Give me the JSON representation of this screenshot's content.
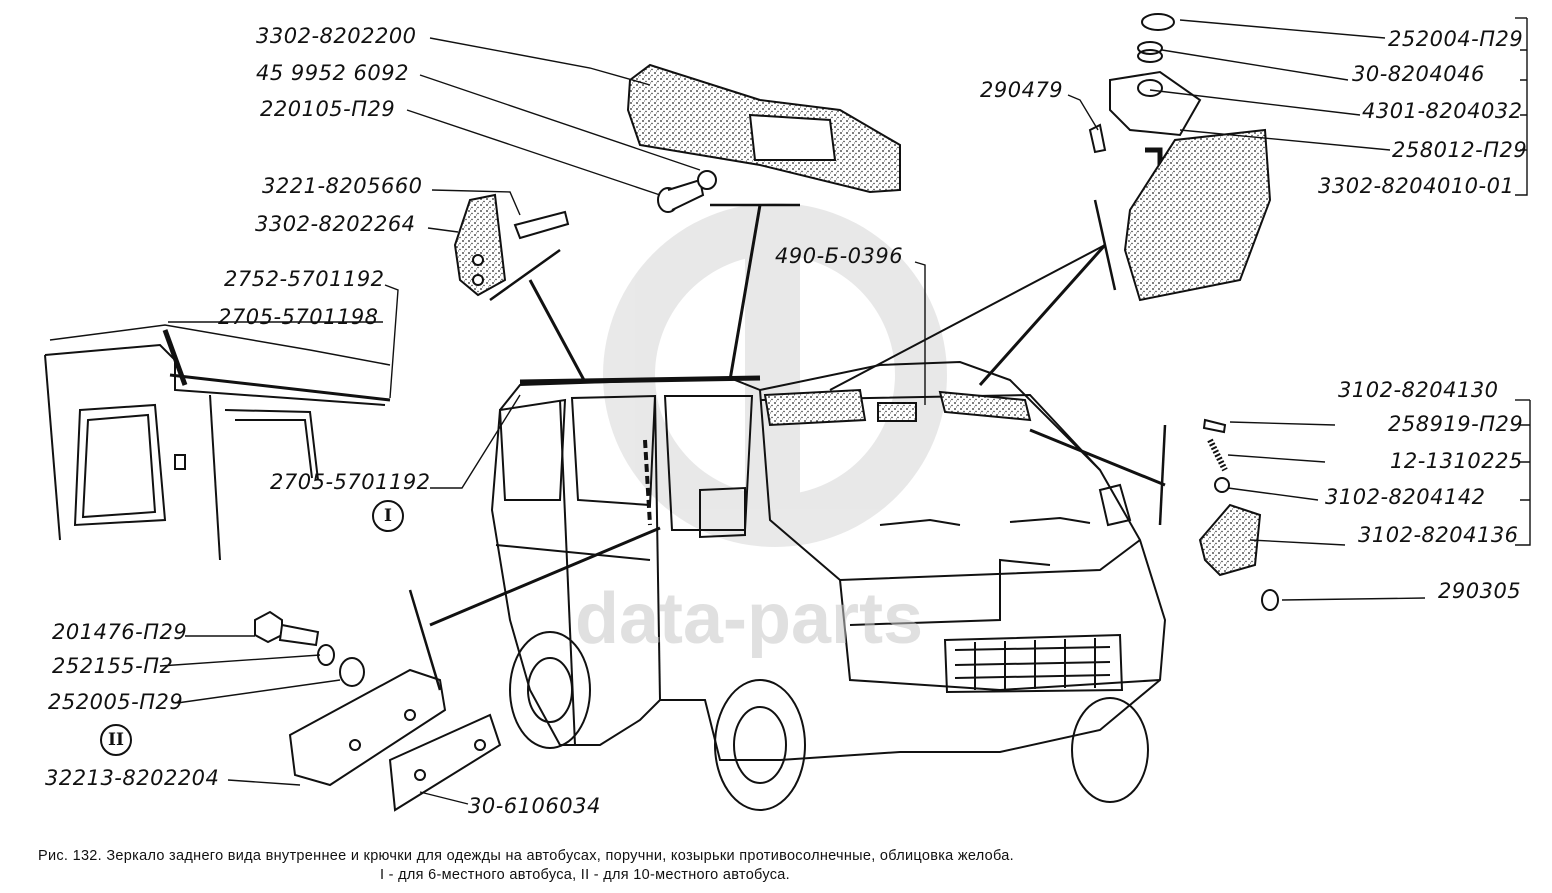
{
  "labels": {
    "l3302_8202200": "3302-8202200",
    "l45_9952_6092": "45 9952 6092",
    "l220105_p29": "220105-П29",
    "l3221_8205660": "3221-8205660",
    "l3302_8202264": "3302-8202264",
    "l2752_5701192": "2752-5701192",
    "l2705_5701198": "2705-5701198",
    "l2705_5701192": "2705-5701192",
    "l201476_p29": "201476-П29",
    "l252155_p2": "252155-П2",
    "l252005_p29": "252005-П29",
    "l32213_8202204": "32213-8202204",
    "l30_6106034": "30-6106034",
    "l490_b_0396": "490-Б-0396",
    "l290479": "290479",
    "l252004_p29": "252004-П29",
    "l30_8204046": "30-8204046",
    "l4301_8204032": "4301-8204032",
    "l258012_p29": "258012-П29",
    "l3302_8204010_01": "3302-8204010-01",
    "l3102_8204130": "3102-8204130",
    "l258919_p29": "258919-П29",
    "l12_1310225": "12-1310225",
    "l3102_8204142": "3102-8204142",
    "l3102_8204136": "3102-8204136",
    "l290305": "290305"
  },
  "roman": {
    "one": "I",
    "two": "II"
  },
  "watermark": {
    "text": "data-parts",
    "logo": "DP-logo"
  },
  "caption": {
    "line1": "Рис. 132. Зеркало заднего вида внутреннее и крючки для одежды на автобусах, поручни, козырьки противосолнечные, облицовка желоба.",
    "line2": "I - для 6-местного автобуса, II - для 10-местного автобуса."
  },
  "colors": {
    "ink": "#111111",
    "watermark": "#c8c8c8",
    "background": "#ffffff"
  }
}
